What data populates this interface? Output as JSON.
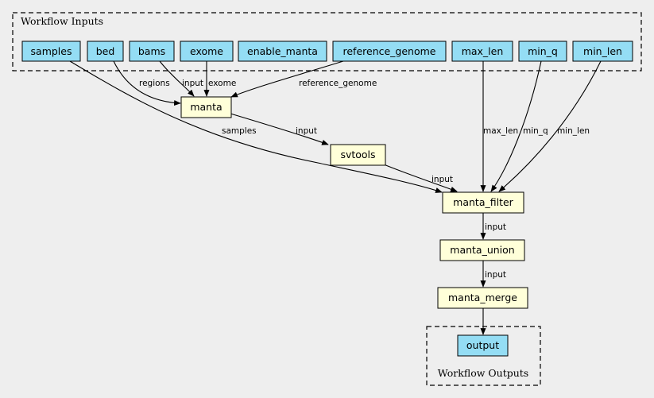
{
  "clusters": {
    "inputs_label": "Workflow Inputs",
    "outputs_label": "Workflow Outputs"
  },
  "inputs": {
    "samples": "samples",
    "bed": "bed",
    "bams": "bams",
    "exome": "exome",
    "enable_manta": "enable_manta",
    "reference_genome": "reference_genome",
    "max_len": "max_len",
    "min_q": "min_q",
    "min_len": "min_len"
  },
  "steps": {
    "manta": "manta",
    "svtools": "svtools",
    "manta_filter": "manta_filter",
    "manta_union": "manta_union",
    "manta_merge": "manta_merge"
  },
  "outputs": {
    "output": "output"
  },
  "edges": {
    "bed_manta": "regions",
    "bams_manta": "input",
    "exome_manta": "exome",
    "refgen_manta": "reference_genome",
    "samples_filter": "samples",
    "manta_svtools": "input",
    "svtools_filter": "input",
    "maxlen_filter": "max_len",
    "minq_filter": "min_q",
    "minlen_filter": "min_len",
    "filter_union": "input",
    "union_merge": "input"
  },
  "colors": {
    "input_fill": "#94ddf4",
    "step_fill": "#ffffd9",
    "background": "#eeeeee"
  }
}
